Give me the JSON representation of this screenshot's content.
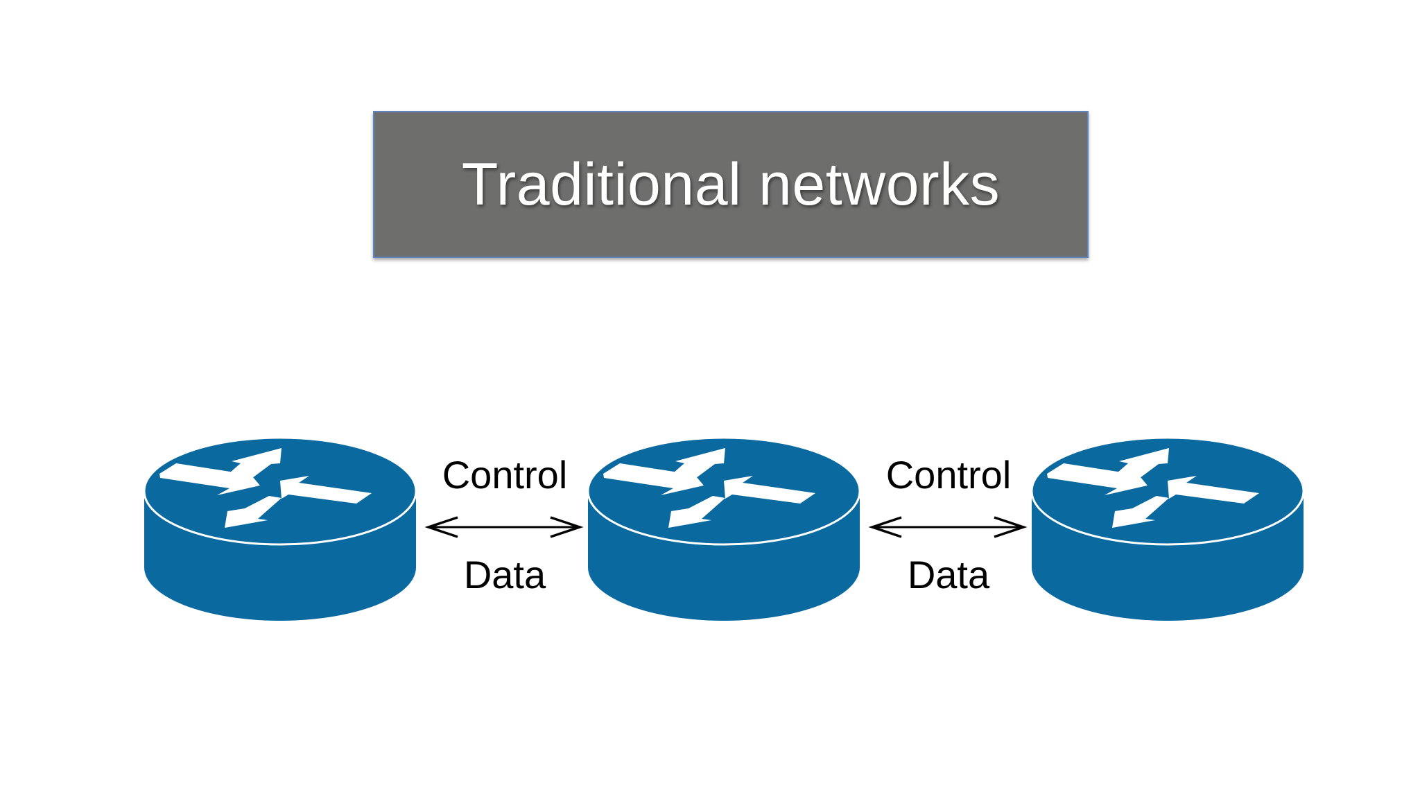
{
  "slide": {
    "title": "Traditional networks",
    "title_bg_color": "#6e6e6c",
    "title_border_color": "#5b86c2",
    "router_color": "#0a6a9f",
    "routers": [
      {
        "icon": "router-icon"
      },
      {
        "icon": "router-icon"
      },
      {
        "icon": "router-icon"
      }
    ],
    "links": [
      {
        "top_label": "Control",
        "bottom_label": "Data",
        "icon": "double-arrow-icon"
      },
      {
        "top_label": "Control",
        "bottom_label": "Data",
        "icon": "double-arrow-icon"
      }
    ]
  }
}
